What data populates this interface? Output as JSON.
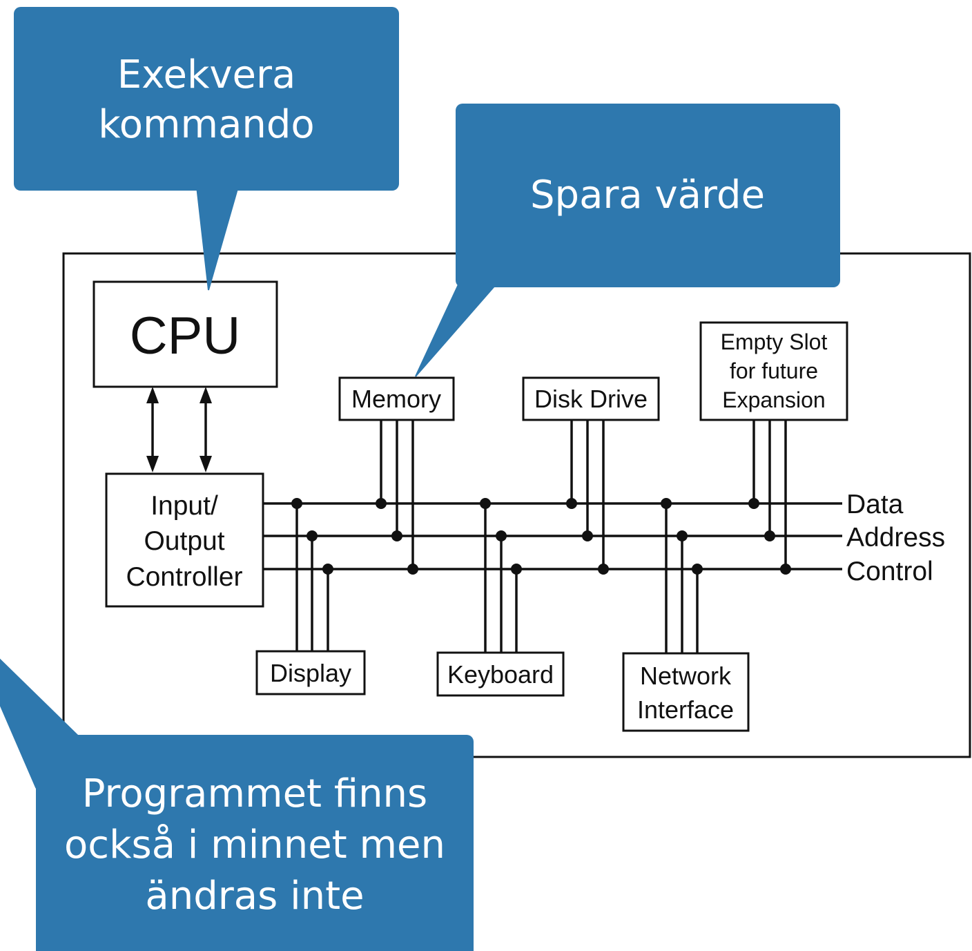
{
  "colors": {
    "callout_fill": "#2e78ae",
    "callout_text": "#ffffff",
    "diagram_stroke": "#111111",
    "background": "#ffffff"
  },
  "diagram": {
    "components": {
      "cpu": "CPU",
      "io_controller": [
        "Input/",
        "Output",
        "Controller"
      ],
      "memory": "Memory",
      "disk_drive": "Disk Drive",
      "empty_slot": [
        "Empty Slot",
        "for future",
        "Expansion"
      ],
      "display": "Display",
      "keyboard": "Keyboard",
      "network_interface": [
        "Network",
        "Interface"
      ]
    },
    "bus_lines": {
      "data": "Data",
      "address": "Address",
      "control": "Control"
    }
  },
  "callouts": {
    "execute": [
      "Exekvera",
      "kommando"
    ],
    "store": [
      "Spara värde"
    ],
    "program": [
      "Programmet finns",
      "också i minnet men",
      "ändras inte"
    ]
  }
}
